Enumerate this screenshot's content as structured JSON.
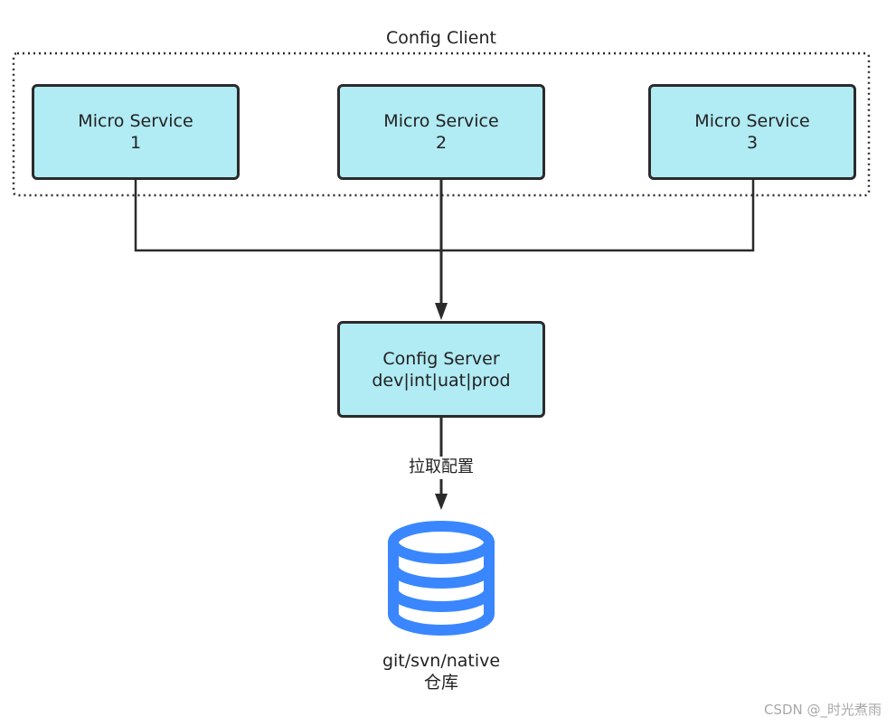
{
  "group": {
    "label": "Config Client"
  },
  "services": [
    {
      "line1": "Micro Service",
      "line2": "1"
    },
    {
      "line1": "Micro Service",
      "line2": "2"
    },
    {
      "line1": "Micro Service",
      "line2": "3"
    }
  ],
  "server": {
    "line1": "Config Server",
    "line2": "dev|int|uat|prod"
  },
  "edge_label": "拉取配置",
  "repository": {
    "line1": "git/svn/native",
    "line2": "仓库"
  },
  "watermark": "CSDN @_时光煮雨",
  "colors": {
    "node_fill": "#b1ebf3",
    "stroke": "#2b2b2b",
    "database": "#3a86ff"
  },
  "icons": {
    "repository": "database-icon"
  }
}
